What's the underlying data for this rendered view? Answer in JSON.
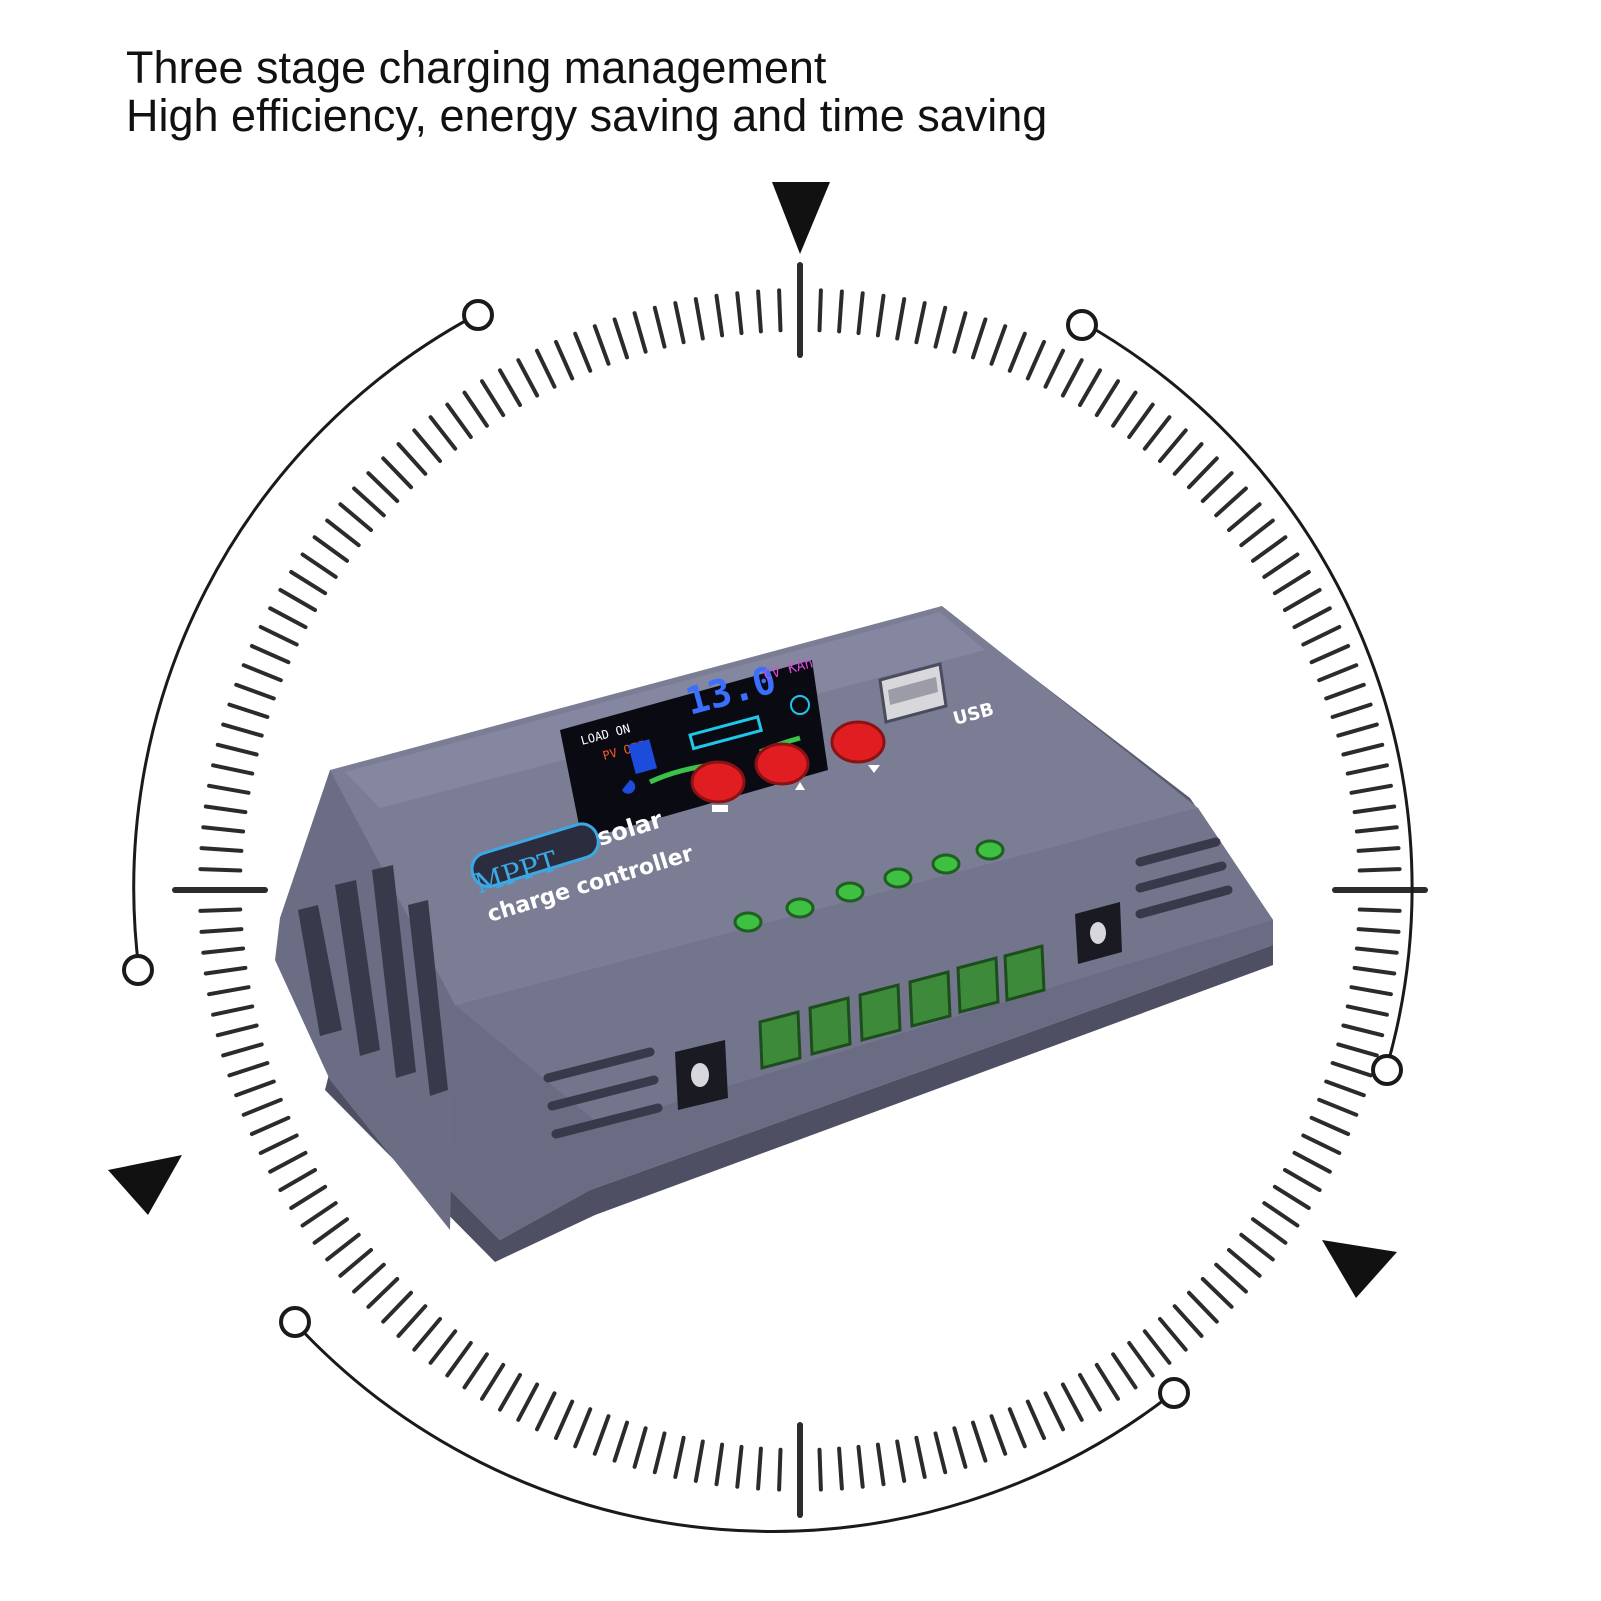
{
  "headline": {
    "line1": "Three stage charging management",
    "line2": "High efficiency, energy saving and time saving"
  },
  "device": {
    "logo": "MPPT",
    "brand_line1": "solar",
    "brand_line2": "charge controller",
    "usb_label": "USB",
    "display": {
      "reading": "13.0",
      "units": "CV KAh",
      "load_label": "LOAD ON",
      "pv_label": "PV OFF"
    },
    "buttons": [
      "menu-button",
      "up-button",
      "down-button"
    ],
    "terminals": 6,
    "colors": {
      "body": "#6f7189",
      "button": "#e01e22",
      "screen": "#0a0a12",
      "terminal": "#3c8a3a",
      "logo": "#3aa9e6"
    }
  },
  "decor": {
    "icons": [
      "triangle-marker-icon",
      "ring-node-icon",
      "tick-dial"
    ]
  }
}
